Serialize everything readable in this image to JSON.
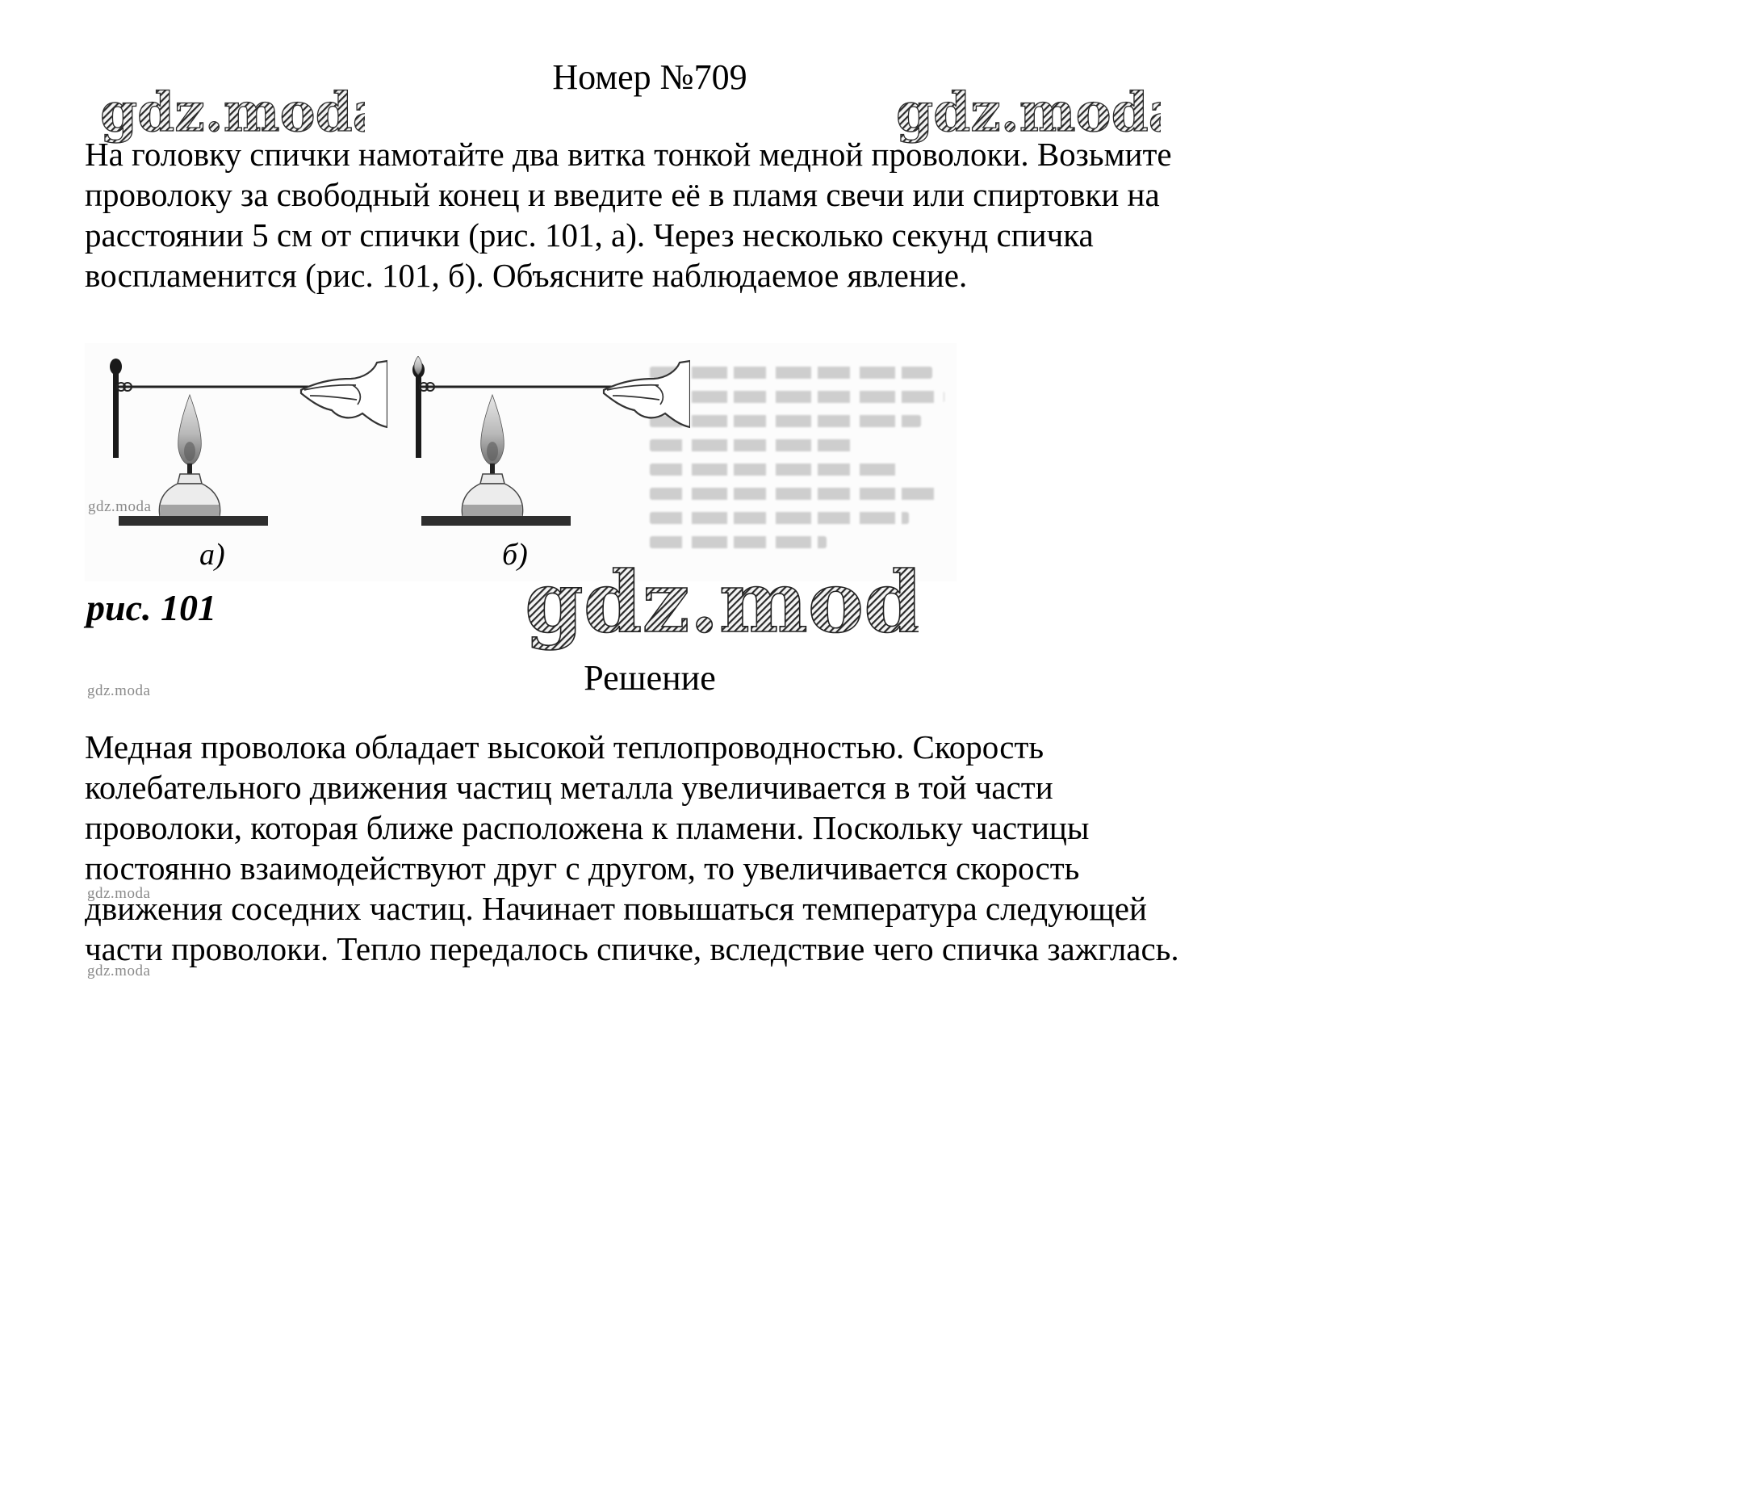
{
  "header": {
    "title": "Номер №709"
  },
  "watermarks": {
    "large": "gdz.moda",
    "small": "gdz.moda"
  },
  "problem": {
    "text": "На головку спички намотайте два витка тонкой медной проволоки. Возьмите проволоку за свободный конец и введите её в пламя свечи или спиртовки на расстоянии 5 см от спички (рис. 101, а). Через несколько секунд спичка воспламенится (рис. 101, б). Объясните наблюдаемое явление."
  },
  "figure": {
    "caption": "рис. 101",
    "label_a": "а)",
    "label_b": "б)"
  },
  "solution": {
    "heading": "Решение",
    "text": "Медная проволока обладает высокой теплопроводностью. Скорость колебательного движения частиц металла увеличивается в той части проволоки, которая ближе расположена к пламени. Поскольку частицы постоянно взаимодействуют друг с другом, то увеличивается скорость движения соседних частиц. Начинает повышаться температура следующей части проволоки. Тепло передалось спичке, вследствие чего спичка зажглась."
  }
}
